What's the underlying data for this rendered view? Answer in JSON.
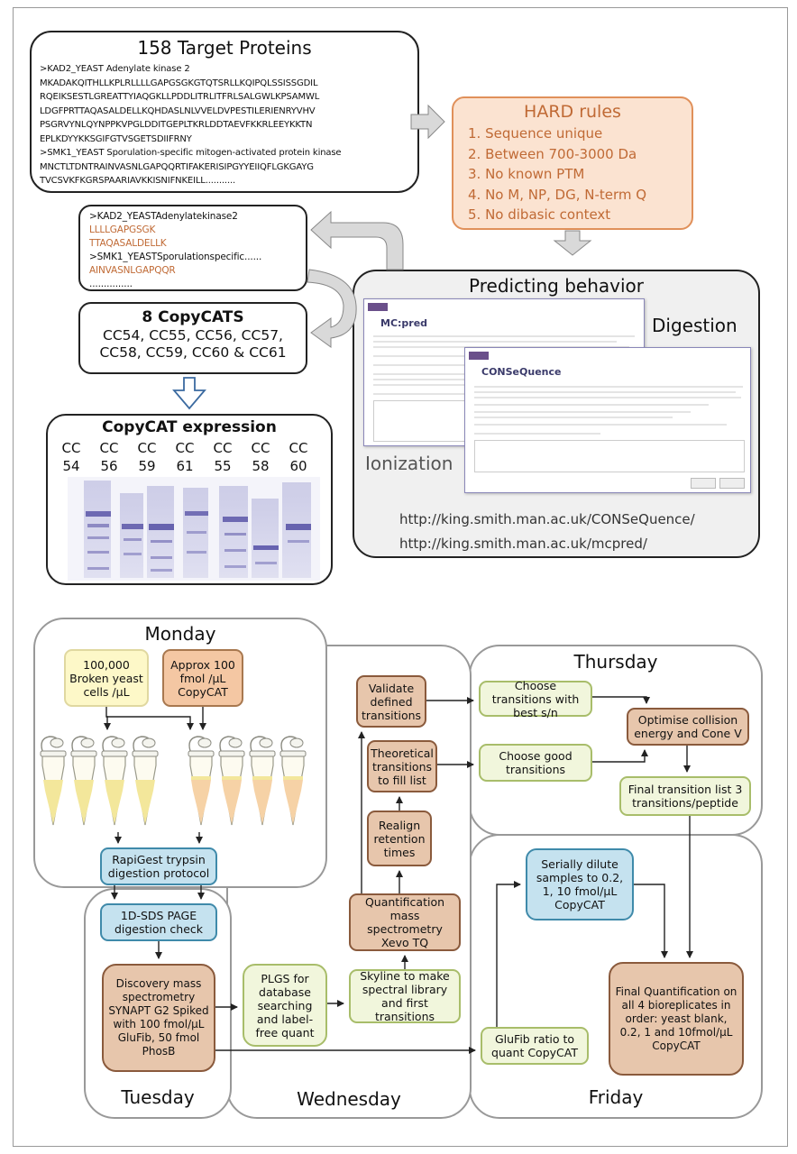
{
  "top": {
    "target_box": {
      "title": "158 Target Proteins",
      "lines": [
        ">KAD2_YEAST Adenylate kinase 2",
        "MKADAKQITHLLKPLRLLLLGAPGSGKGTQTSRLLKQIPQLSSISSGDIL",
        "RQEIKSESTLGREATTYIAQGKLLPDDLITRLITFRLSALGWLKPSAMWL",
        "LDGFPRTTAQASALDELLKQHDASLNLVVELDVPESTILERIENRYVHV",
        "PSGRVYNLQYNPPKVPGLDDITGEPLTKRLDDTAEVFKKRLEEYKKTN",
        "EPLKDYYKKSGIFGTVSGETSDIIFRNY",
        ">SMK1_YEAST Sporulation-specific mitogen-activated protein kinase",
        "MNCTLTDNTRAINVASNLGAPQQRTIFAKERISIPGYYEIIQFLGKGAYG",
        "TVCSVKFKGRSPAARIAVKKISNIFNKEILL..........."
      ]
    },
    "hard_rules": {
      "title": "HARD rules",
      "items": [
        "1.  Sequence unique",
        "2.  Between 700-3000 Da",
        "3.  No known PTM",
        "4.  No M, NP, DG, N-term Q",
        "5.  No dibasic context"
      ]
    },
    "peptide_box": {
      "line1": ">KAD2_YEASTAdenylatekinase2",
      "pep1": "LLLLGAPGSGK",
      "pep2": "TTAQASALDELLK",
      "line2": ">SMK1_YEASTSporulationspecific......",
      "pep3": "AINVASNLGAPQQR",
      "line3": "..............."
    },
    "copycats": {
      "title": "8 CopyCATS",
      "line1": "CC54, CC55, CC56, CC57,",
      "line2": "CC58, CC59, CC60 & CC61"
    },
    "expression": {
      "title": "CopyCAT expression",
      "lanes": [
        {
          "cc": "CC",
          "num": "54"
        },
        {
          "cc": "CC",
          "num": "56"
        },
        {
          "cc": "CC",
          "num": "59"
        },
        {
          "cc": "CC",
          "num": "61"
        },
        {
          "cc": "CC",
          "num": "55"
        },
        {
          "cc": "CC",
          "num": "58"
        },
        {
          "cc": "CC",
          "num": "60"
        }
      ]
    },
    "predicting": {
      "title": "Predicting behavior",
      "digestion": "Digestion",
      "ionization": "Ionization",
      "mcpred_title": "MC:pred",
      "consequence_title": "CONSeQuence",
      "url1": "http://king.smith.man.ac.uk/CONSeQuence/",
      "url2": "http://king.smith.man.ac.uk/mcpred/"
    }
  },
  "workflow": {
    "days": {
      "monday": "Monday",
      "tuesday": "Tuesday",
      "wednesday": "Wednesday",
      "thursday": "Thursday",
      "friday": "Friday"
    },
    "yeast_cells": "100,000 Broken yeast cells /µL",
    "approx_copycat": "Approx 100 fmol /µL CopyCAT",
    "rapigest": "RapiGest  trypsin digestion protocol",
    "sds_page": "1D-SDS PAGE digestion check",
    "discovery_ms": "Discovery mass spectrometry SYNAPT G2 Spiked with 100 fmol/µL GluFib, 50 fmol PhosB",
    "plgs": "PLGS for database searching and label-free quant",
    "skyline": "Skyline to make spectral library and first transitions",
    "quant_ms": "Quantification mass spectrometry Xevo TQ",
    "realign": "Realign retention times",
    "theoretical": "Theoretical transitions to fill list",
    "validate": "Validate defined transitions",
    "choose_best": "Choose transitions with best s/n",
    "choose_good": "Choose good transitions",
    "optimise": "Optimise collision energy and Cone V",
    "final_list": "Final transition list 3 transitions/peptide",
    "serially": "Serially dilute samples to 0.2, 1, 10 fmol/µL CopyCAT",
    "glufib": "GluFib ratio to quant CopyCAT",
    "final_quant": "Final Quantification on all 4 bioreplicates in order: yeast blank, 0.2, 1 and 10fmol/µL CopyCAT"
  },
  "colors": {
    "orange_text": "#c06a35",
    "hard_rules_fill": "#fbe3d1",
    "hard_rules_border": "#e0905a",
    "yellow_node": "#fdf8c8",
    "orange_node": "#f4c7a3",
    "brown_node": "#e7c6ac",
    "green_node": "#f1f6dc",
    "blue_node": "#c5e2ef"
  }
}
